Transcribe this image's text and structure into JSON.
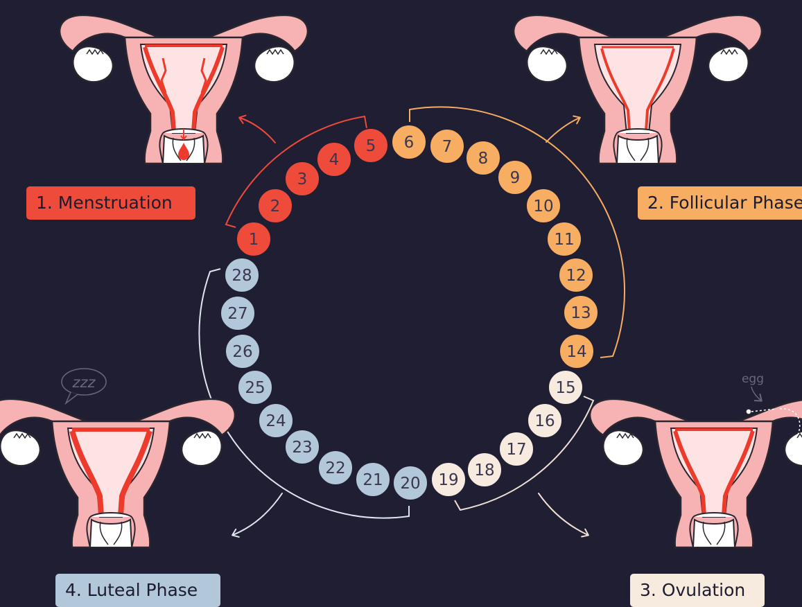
{
  "colors": {
    "background": "#201e33",
    "menstruation": "#ef4b3b",
    "follicular": "#f7ad62",
    "ovulation": "#f7ebe0",
    "luteal": "#b3c7db",
    "uterus_fill": "#f7b3b3",
    "uterus_inner": "#fde3e3",
    "uterus_outline": "#2a2630",
    "lining_red": "#ec3b2c",
    "ovary_fill": "#ffffff"
  },
  "phases": [
    {
      "id": "menstruation",
      "label": "1. Menstruation",
      "color": "#ef4b3b",
      "days": [
        1,
        5
      ],
      "text_color": "#1d1b2e"
    },
    {
      "id": "follicular",
      "label": "2. Follicular Phase",
      "color": "#f7ad62",
      "days": [
        6,
        14
      ],
      "text_color": "#1d1b2e"
    },
    {
      "id": "ovulation",
      "label": "3. Ovulation",
      "color": "#f7ebe0",
      "days": [
        15,
        19
      ],
      "text_color": "#1d1b2e"
    },
    {
      "id": "luteal",
      "label": "4. Luteal Phase",
      "color": "#b3c7db",
      "days": [
        20,
        28
      ],
      "text_color": "#1d1b2e"
    }
  ],
  "days": [
    {
      "day": "1",
      "phase": "menstruation"
    },
    {
      "day": "2",
      "phase": "menstruation"
    },
    {
      "day": "3",
      "phase": "menstruation"
    },
    {
      "day": "4",
      "phase": "menstruation"
    },
    {
      "day": "5",
      "phase": "menstruation"
    },
    {
      "day": "6",
      "phase": "follicular"
    },
    {
      "day": "7",
      "phase": "follicular"
    },
    {
      "day": "8",
      "phase": "follicular"
    },
    {
      "day": "9",
      "phase": "follicular"
    },
    {
      "day": "10",
      "phase": "follicular"
    },
    {
      "day": "11",
      "phase": "follicular"
    },
    {
      "day": "12",
      "phase": "follicular"
    },
    {
      "day": "13",
      "phase": "follicular"
    },
    {
      "day": "14",
      "phase": "follicular"
    },
    {
      "day": "15",
      "phase": "ovulation"
    },
    {
      "day": "16",
      "phase": "ovulation"
    },
    {
      "day": "17",
      "phase": "ovulation"
    },
    {
      "day": "18",
      "phase": "ovulation"
    },
    {
      "day": "19",
      "phase": "ovulation"
    },
    {
      "day": "20",
      "phase": "luteal"
    },
    {
      "day": "21",
      "phase": "luteal"
    },
    {
      "day": "22",
      "phase": "luteal"
    },
    {
      "day": "23",
      "phase": "luteal"
    },
    {
      "day": "24",
      "phase": "luteal"
    },
    {
      "day": "25",
      "phase": "luteal"
    },
    {
      "day": "26",
      "phase": "luteal"
    },
    {
      "day": "27",
      "phase": "luteal"
    },
    {
      "day": "28",
      "phase": "luteal"
    }
  ],
  "annotations": {
    "sleep": "zzz",
    "egg": "egg"
  },
  "icons": {
    "uterus": "uterus-illustration-icon",
    "blood_drop": "blood-drop-icon",
    "arrow": "curved-arrow-icon"
  }
}
